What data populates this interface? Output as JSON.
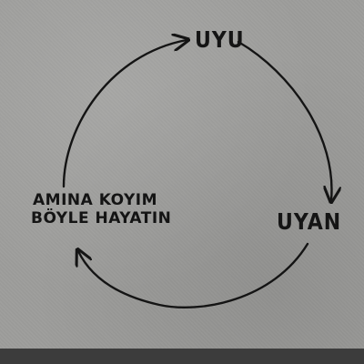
{
  "diagram": {
    "top_label": "UYU",
    "right_label": "UYAN",
    "left_label_line1": "AMINA KOYIM",
    "left_label_line2": "BÖYLE HAYATIN"
  },
  "colors": {
    "ink": "#141414",
    "paper": "#9d9d9b"
  }
}
